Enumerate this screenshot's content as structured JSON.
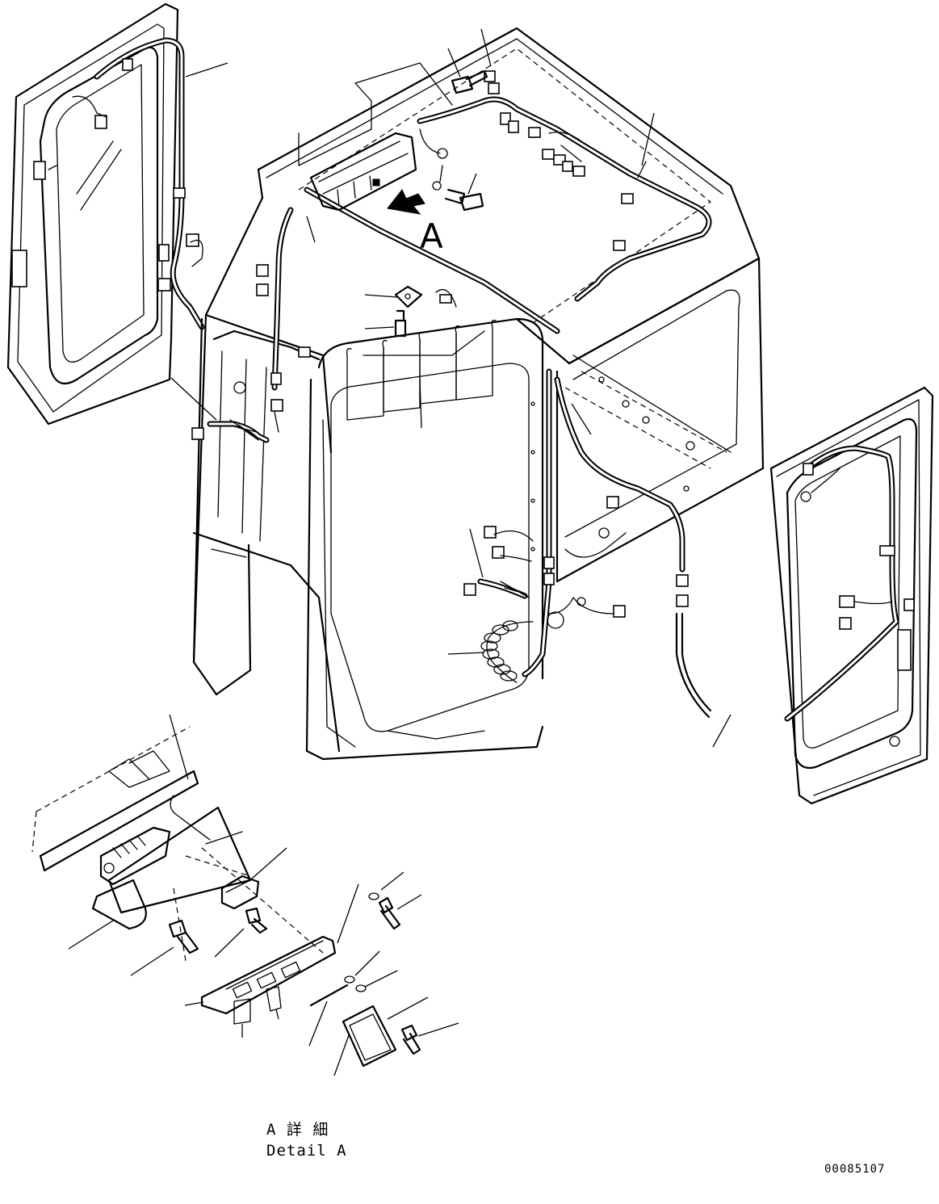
{
  "diagram": {
    "view_marker": "A",
    "detail_caption_jp": "A 詳 細",
    "detail_caption_en": "Detail A",
    "drawing_number": "00085107",
    "components": {
      "cab_frame": "cab-frame",
      "left_door": "left-door",
      "right_door": "right-door",
      "roof_harness": "roof-harness",
      "controller_box": "controller-box",
      "coiled_cable": "coiled-cable",
      "label_plate": "label-plate",
      "detail_panel": "switch-panel-detail"
    }
  }
}
